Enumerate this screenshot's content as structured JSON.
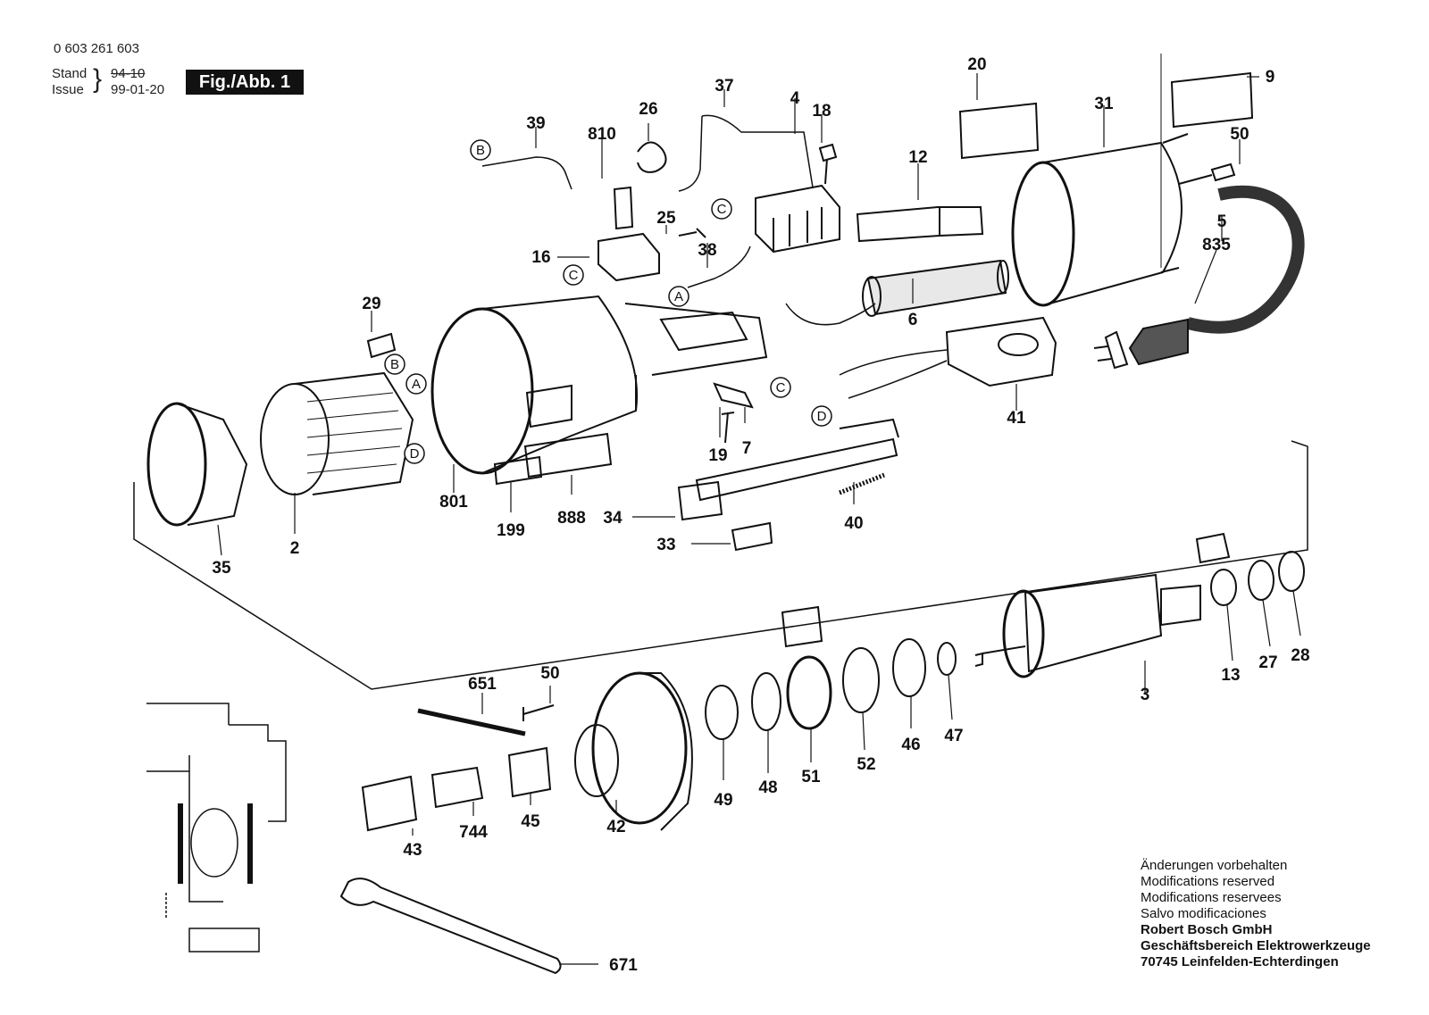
{
  "header": {
    "part_number": "0 603 261 603",
    "stand_label": "Stand",
    "issue_label": "Issue",
    "old_date": "94-10",
    "new_date": "99-01-20",
    "figure": "Fig./Abb. 1"
  },
  "callouts": {
    "p20": "20",
    "p9": "9",
    "p31": "31",
    "p37": "37",
    "p4": "4",
    "p18": "18",
    "p39": "39",
    "p810": "810",
    "p26": "26",
    "p50a": "50",
    "p12": "12",
    "p25": "25",
    "p5": "5",
    "p835": "835",
    "p16": "16",
    "p38": "38",
    "p29": "29",
    "p6": "6",
    "p41": "41",
    "p19": "19",
    "p7": "7",
    "p801": "801",
    "p2": "2",
    "p35": "35",
    "p199": "199",
    "p888": "888",
    "p34": "34",
    "p40": "40",
    "p33": "33",
    "p13": "13",
    "p27": "27",
    "p28": "28",
    "p3": "3",
    "p651": "651",
    "p50b": "50",
    "p46": "46",
    "p47": "47",
    "p52": "52",
    "p51": "51",
    "p48": "48",
    "p49": "49",
    "p42": "42",
    "p45": "45",
    "p744": "744",
    "p43": "43",
    "p671": "671"
  },
  "connectors": {
    "a": "A",
    "b": "B",
    "c": "C",
    "d": "D"
  },
  "footer": {
    "line1": "Änderungen vorbehalten",
    "line2": "Modifications reserved",
    "line3": "Modifications reservees",
    "line4": "Salvo modificaciones",
    "company": "Robert Bosch GmbH",
    "division": "Geschäftsbereich Elektrowerkzeuge",
    "address": "70745 Leinfelden-Echterdingen"
  }
}
